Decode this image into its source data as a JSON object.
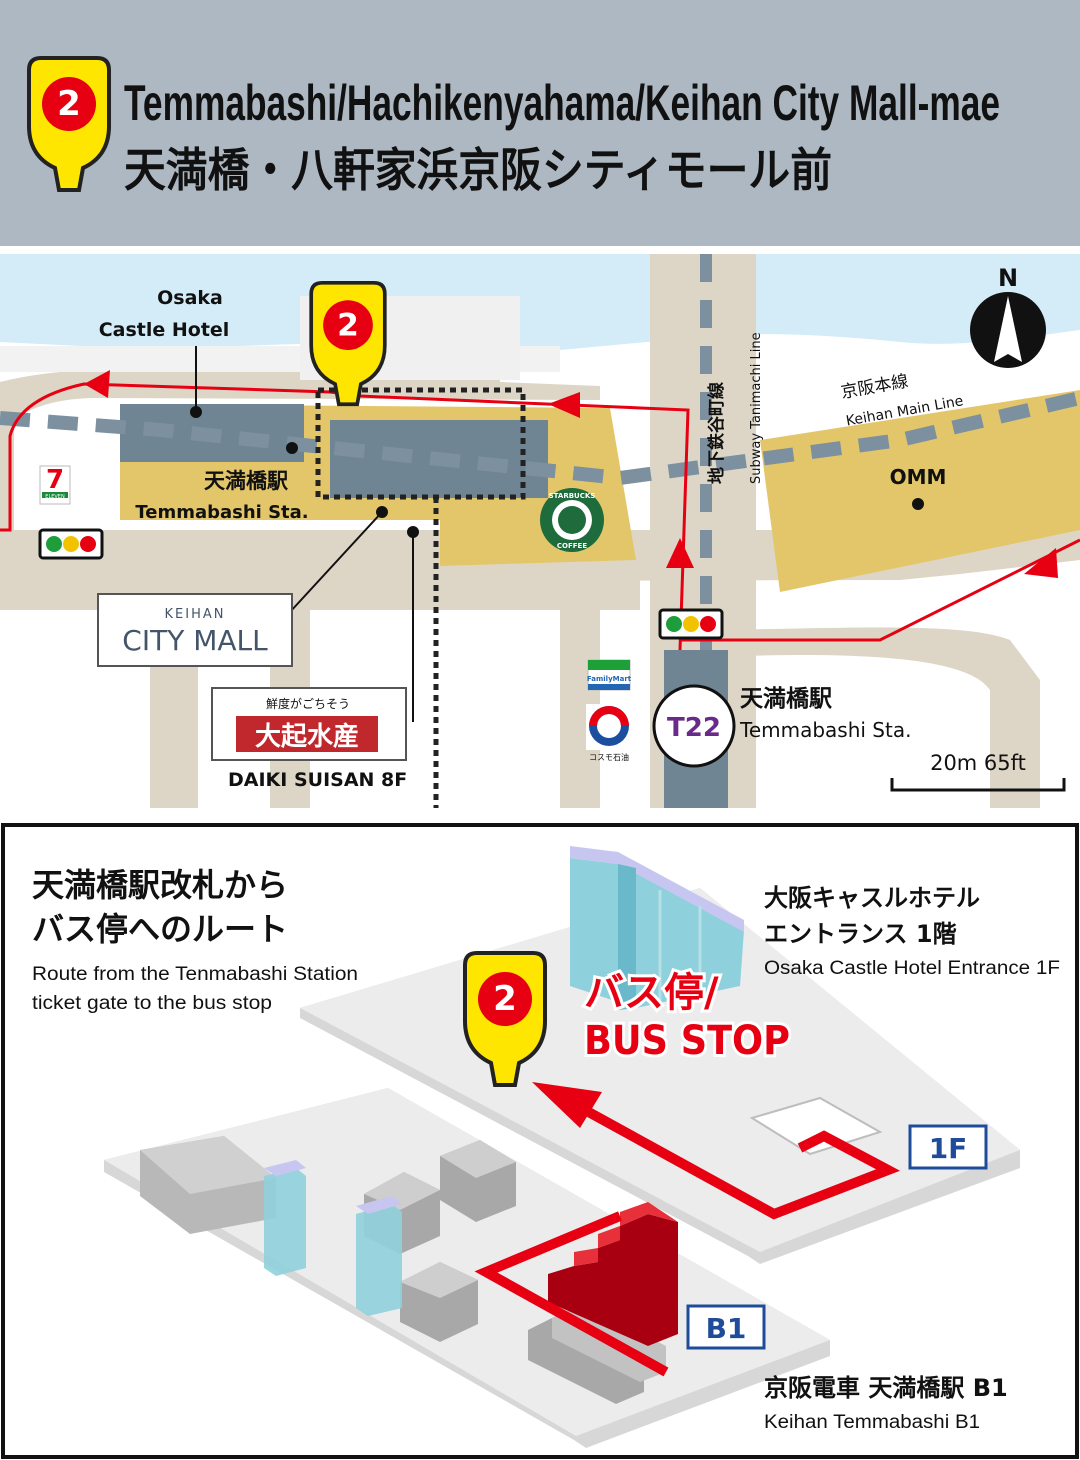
{
  "header": {
    "stop_number": "2",
    "title_en": "Temmabashi/Hachikenyahama/Keihan City Mall-mae",
    "title_ja": "天満橋・八軒家浜京阪シティモール前"
  },
  "map": {
    "compass_label": "N",
    "osaka_castle_hotel": [
      "Osaka",
      "Castle Hotel"
    ],
    "temmabashi_sta_ja": "天満橋駅",
    "temmabashi_sta_en": "Temmabashi Sta.",
    "subway_line_ja": "地下鉄谷町線",
    "subway_line_en": "Subway Tanimachi Line",
    "keihan_line_ja": "京阪本線",
    "keihan_line_en": "Keihan Main Line",
    "omm": "OMM",
    "seven_eleven": "ELEVEN",
    "keihan_city_mall_small": "KEIHAN",
    "keihan_city_mall_big": "CITY MALL",
    "daiki_tagline": "鮮度がごちそう",
    "daiki_name": "大起水産",
    "daiki_floor": "DAIKI SUISAN 8F",
    "starbucks": [
      "STARBUCKS",
      "COFFEE"
    ],
    "familymart": "FamilyMart",
    "cosmo": "コスモ石油",
    "station_code": "T22",
    "t22_sta_ja": "天満橋駅",
    "t22_sta_en": "Temmabashi Sta.",
    "scale_label": "20m  65ft"
  },
  "route_diagram": {
    "heading_ja": [
      "天満橋駅改札から",
      "バス停へのルート"
    ],
    "heading_en": [
      "Route from the Tenmabashi Station",
      "ticket gate to the bus stop"
    ],
    "hotel_entrance_ja": [
      "大阪キャスルホテル",
      "エントランス 1階"
    ],
    "hotel_entrance_en": "Osaka Castle Hotel Entrance 1F",
    "bus_stop_ja": "バス停/",
    "bus_stop_en": "BUS STOP",
    "floor_1f": "1F",
    "floor_b1": "B1",
    "keihan_b1_ja": "京阪電車 天満橋駅 B1",
    "keihan_b1_en": "Keihan Temmabashi B1"
  },
  "colors": {
    "header_bg": "#adb8c2",
    "pin_yellow": "#ffe600",
    "pin_red": "#e60012",
    "route_red": "#e60012",
    "river_blue": "#d4ecf7",
    "road": "#ddd6c6",
    "building_gold": "#e3c66a",
    "building_slate": "#6f8593",
    "station_code_purple": "#6a2a8a",
    "floor_label_blue": "#1e4c9a"
  }
}
